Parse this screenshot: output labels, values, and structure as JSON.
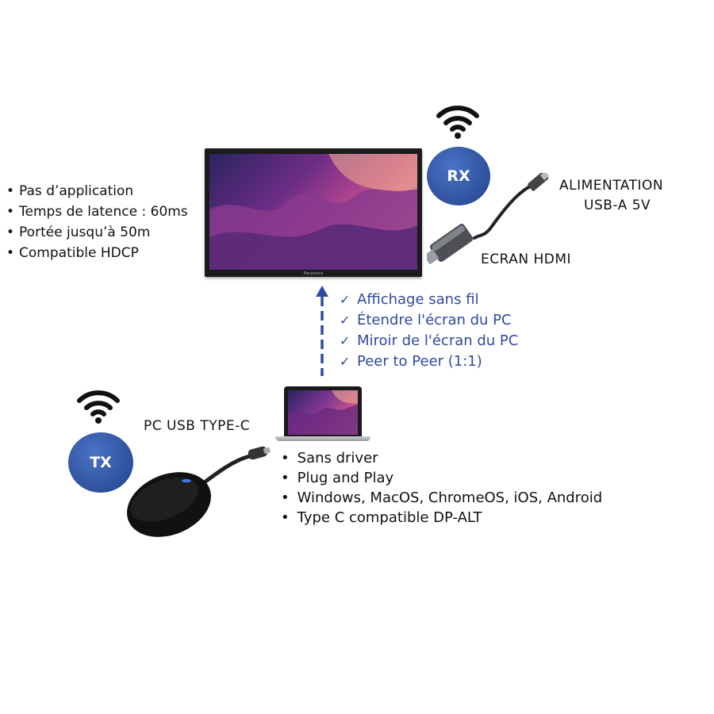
{
  "left_specs": [
    "Pas d’application",
    "Temps de latence : 60ms",
    "Portée jusqu’à 50m",
    "Compatible HDCP"
  ],
  "features": [
    "Affichage sans fil",
    "Étendre l'écran du PC",
    "Miroir de l'écran du PC",
    "Peer to Peer (1:1)"
  ],
  "laptop_specs": [
    "Sans driver",
    "Plug and Play",
    "Windows, MacOS, ChromeOS, iOS, Android",
    "Type C compatible DP-ALT"
  ],
  "labels": {
    "rx": "RX",
    "tx": "TX",
    "power_line1": "ALIMENTATION",
    "power_line2": "USB-A 5V",
    "hdmi": "ECRAN HDMI",
    "pc_usb": "PC USB TYPE-C",
    "tv_brand": "Panasonic"
  },
  "icons": {
    "wifi_rx": "wifi-icon",
    "wifi_tx": "wifi-icon",
    "check": "check-icon",
    "arrow": "dashed-up-arrow"
  },
  "colors": {
    "badge": "#2c4e9a",
    "feature_text": "#2e4aa0",
    "arrow": "#2e4aa0"
  }
}
